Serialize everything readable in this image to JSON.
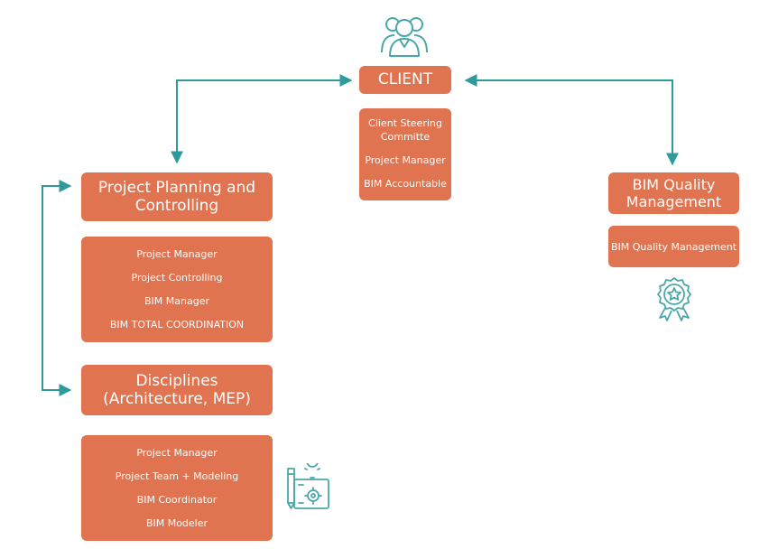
{
  "client": {
    "title": "CLIENT",
    "roles": [
      "Client Steering",
      "Committe",
      "Project Manager",
      "BIM Accountable"
    ]
  },
  "planning": {
    "title_lines": [
      "Project Planning and",
      "Controlling"
    ],
    "roles": [
      "Project Manager",
      "Project Controlling",
      "BIM Manager",
      "BIM TOTAL COORDINATION"
    ]
  },
  "disciplines": {
    "title_lines": [
      "Disciplines",
      "(Architecture, MEP)"
    ],
    "roles": [
      "Project Manager",
      "Project Team + Modeling",
      "BIM Coordinator",
      "BIM Modeler"
    ]
  },
  "quality": {
    "title_lines": [
      "BIM Quality",
      "Management"
    ],
    "roles": [
      "BIM Quality Management"
    ]
  },
  "icons": {
    "client": "people-group-icon",
    "disciplines": "design-blueprint-icon",
    "quality": "award-badge-icon"
  },
  "colors": {
    "box": "#e07350",
    "text": "#ffffff",
    "arrow": "#2e9a9c",
    "icon": "#4aa7a8"
  }
}
